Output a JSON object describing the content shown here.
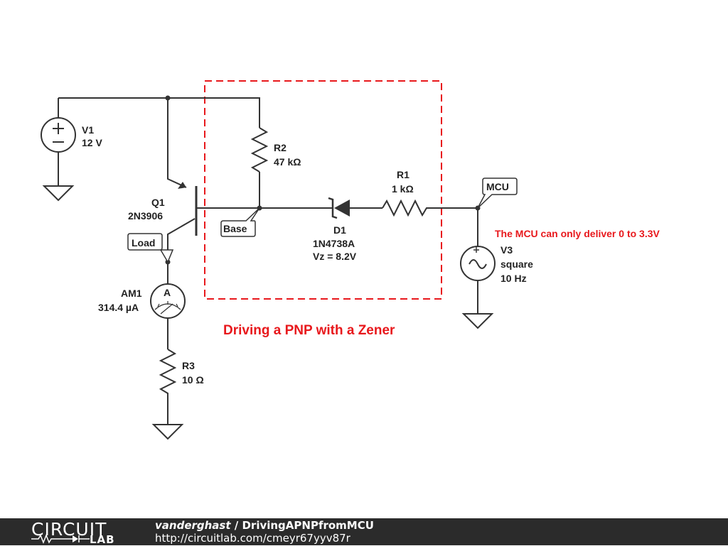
{
  "title": "Driving a PNP with a Zener",
  "note": "The MCU can only deliver 0 to 3.3V",
  "components": {
    "v1": {
      "name": "V1",
      "value": "12 V"
    },
    "r2": {
      "name": "R2",
      "value": "47 kΩ"
    },
    "q1": {
      "name": "Q1",
      "part": "2N3906"
    },
    "d1": {
      "name": "D1",
      "part": "1N4738A",
      "vz": "Vz = 8.2V"
    },
    "r1": {
      "name": "R1",
      "value": "1 kΩ"
    },
    "v3": {
      "name": "V3",
      "wave": "square",
      "freq": "10 Hz"
    },
    "am1": {
      "name": "AM1",
      "reading": "314.4 µA",
      "symbol": "A"
    },
    "r3": {
      "name": "R3",
      "value": "10 Ω"
    }
  },
  "net_tags": {
    "load": "Load",
    "base": "Base",
    "mcu": "MCU"
  },
  "colors": {
    "accent": "#e8181c",
    "wire": "#333333",
    "footer_bg": "#2b2b2b"
  },
  "footer": {
    "logo_top": "CIRCUIT",
    "logo_bottom": "LAB",
    "author": "vanderghast",
    "separator": " / ",
    "project": "DrivingAPNPfromMCU",
    "url": "http://circuitlab.com/cmeyr67yyv87r"
  }
}
